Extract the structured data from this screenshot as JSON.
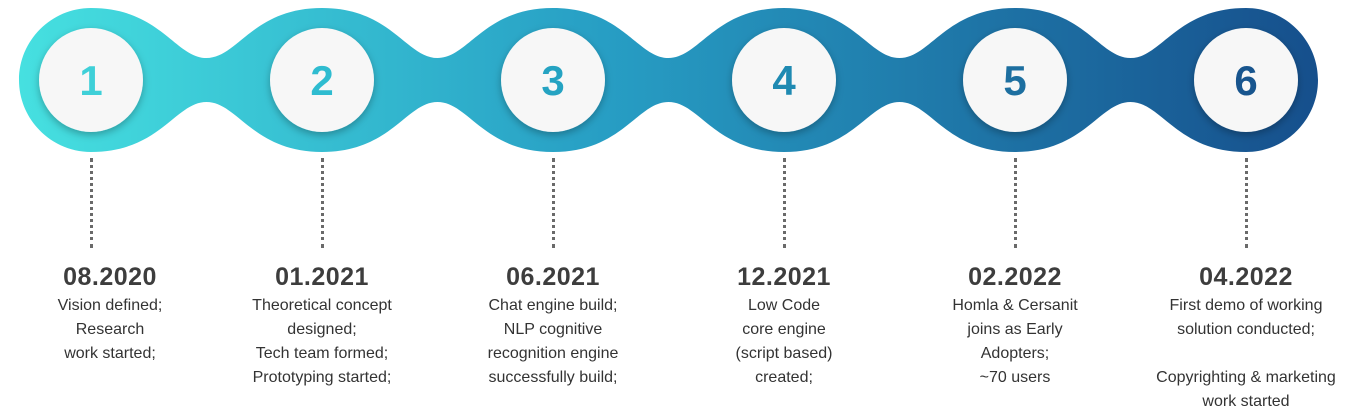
{
  "colors": {
    "band_start": "#46e0e0",
    "band_end": "#164f8c",
    "circle_fill": "#f7f7f7",
    "text_dark": "#3d3d3d",
    "connector": "#6a6a6a"
  },
  "milestones": [
    {
      "number": "1",
      "date": "08.2020",
      "description": "Vision defined;\nResearch\nwork started;",
      "color": "#3fd0d8"
    },
    {
      "number": "2",
      "date": "01.2021",
      "description": "Theoretical concept\ndesigned;\nTech team formed;\nPrototyping started;",
      "color": "#2fbcd0"
    },
    {
      "number": "3",
      "date": "06.2021",
      "description": "Chat engine build;\nNLP cognitive\nrecognition engine\nsuccessfully build;",
      "color": "#25a3c2"
    },
    {
      "number": "4",
      "date": "12.2021",
      "description": "Low Code\ncore engine\n(script based)\ncreated;",
      "color": "#1f8ab2"
    },
    {
      "number": "5",
      "date": "02.2022",
      "description": "Homla & Cersanit\njoins as Early\nAdopters;\n~70 users",
      "color": "#1d6fa0"
    },
    {
      "number": "6",
      "date": "04.2022",
      "description": "First demo of working\nsolution conducted;\n\nCopyrighting & marketing\nwork started",
      "color": "#18558e"
    }
  ]
}
